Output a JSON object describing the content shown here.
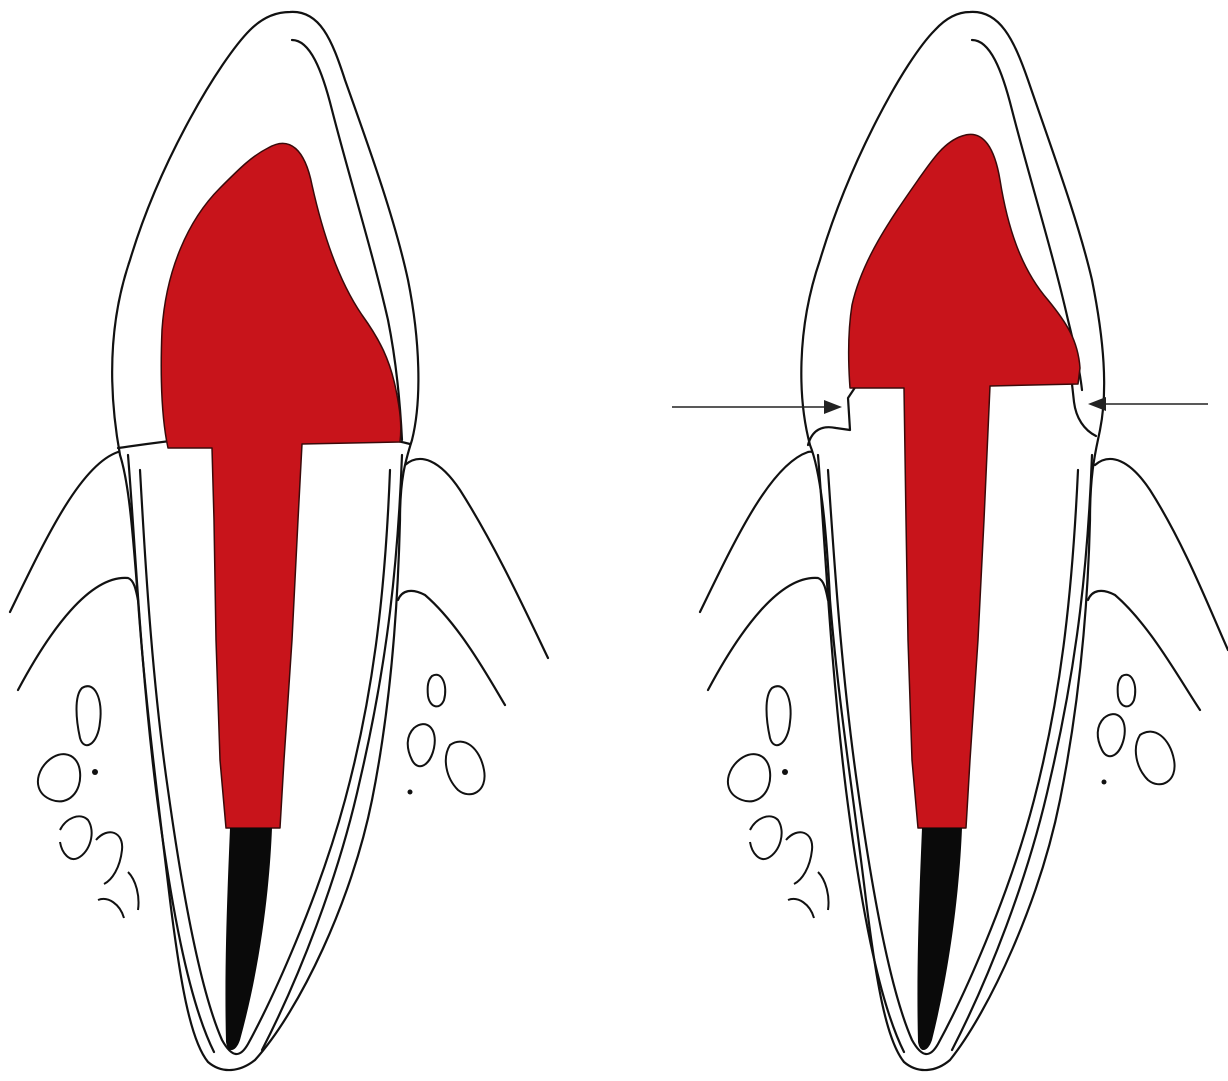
{
  "diagram": {
    "panels": [
      {
        "id": "left",
        "margin_indicators": 0
      },
      {
        "id": "right",
        "margin_indicators": 2
      }
    ],
    "colors": {
      "core_fill": "#c8141b",
      "tip_fill": "#0a0a0a",
      "line": "#111111",
      "background": "#ffffff"
    }
  }
}
